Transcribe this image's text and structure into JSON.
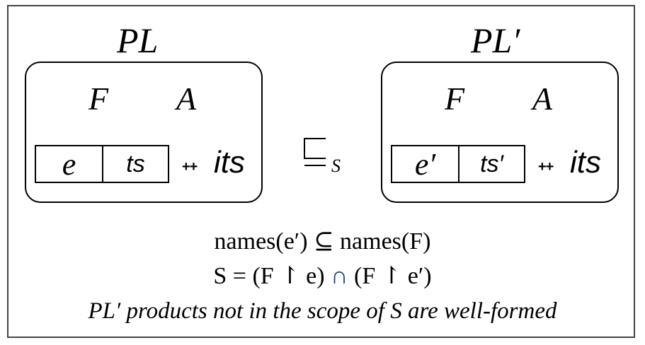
{
  "left_panel": {
    "title": "PL",
    "feature_label": "F",
    "asset_label": "A",
    "cell_expr": "e",
    "cell_ts": "ts",
    "concat": "++",
    "rest": "its"
  },
  "right_panel": {
    "title": "PL′",
    "feature_label": "F",
    "asset_label": "A",
    "cell_expr": "e′",
    "cell_ts": "ts′",
    "concat": "++",
    "rest": "its"
  },
  "relation": {
    "subscript": "S"
  },
  "conditions": {
    "line1": "names(e′) ⊆ names(F)",
    "line2_lhs": "S = (F ↾ e)",
    "line2_op": "∩",
    "line2_rhs": "(F ↾ e′)",
    "line3": "PL′ products not in the scope of S are well-formed"
  },
  "colors": {
    "intersection": "#1f3a6e"
  }
}
